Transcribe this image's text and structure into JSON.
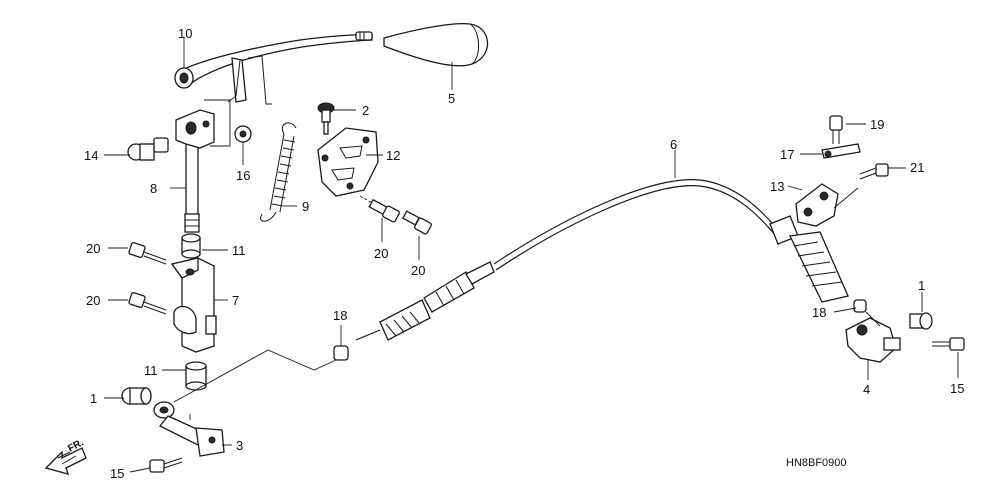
{
  "diagram": {
    "code": "HN8BF0900",
    "direction_label": "FR.",
    "callouts": [
      "1",
      "1",
      "2",
      "3",
      "4",
      "5",
      "6",
      "7",
      "8",
      "9",
      "10",
      "11",
      "11",
      "12",
      "13",
      "14",
      "15",
      "15",
      "16",
      "17",
      "18",
      "18",
      "19",
      "20",
      "20",
      "20",
      "20",
      "21"
    ]
  }
}
